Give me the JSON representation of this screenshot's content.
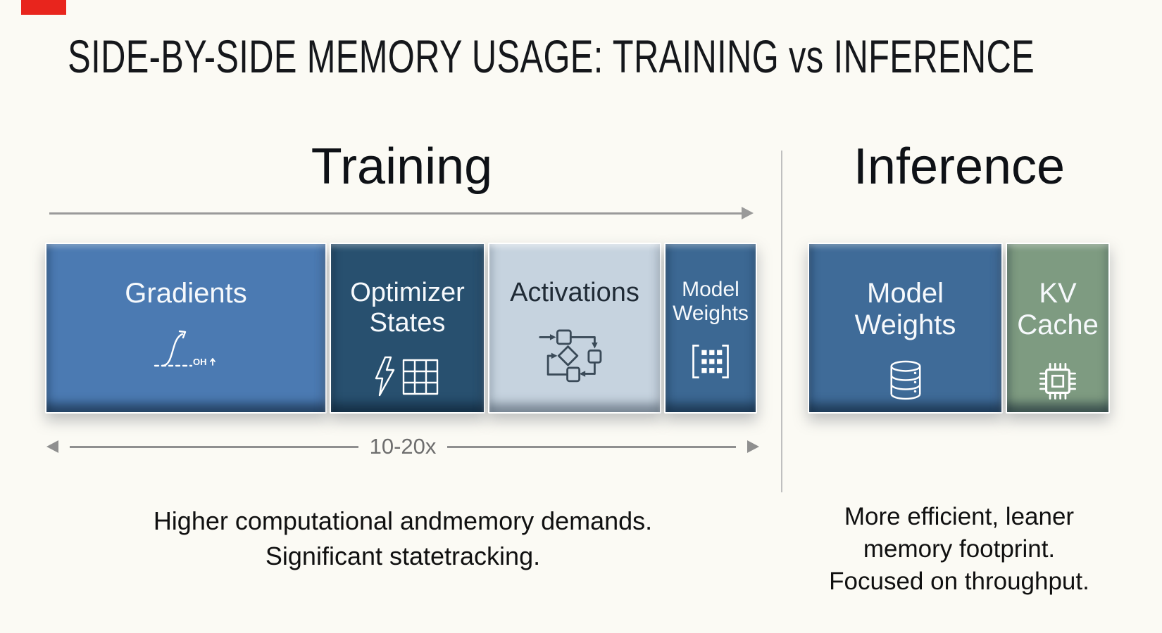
{
  "marker": {
    "color": "#e8251d"
  },
  "title": "SIDE-BY-SIDE MEMORY USAGE: TRAINING vs INFERENCE",
  "training": {
    "heading": "Training",
    "scale_label": "10-20x",
    "caption_line1": "Higher computational andmemory demands.",
    "caption_line2": "Significant statetracking.",
    "boxes": [
      {
        "label": "Gradients",
        "color": "#4b7ab2",
        "icon": "gradient-curve-icon",
        "icon_text": "OH"
      },
      {
        "label": "Optimizer States",
        "color": "#28506f",
        "icon": "lightning-bolt-and-grid-icon"
      },
      {
        "label": "Activations",
        "color": "#c6d3df",
        "icon": "flowchart-icon"
      },
      {
        "label": "Model Weights",
        "color": "#3c6893",
        "icon": "matrix-icon"
      }
    ]
  },
  "inference": {
    "heading": "Inference",
    "caption_line1": "More efficient, leaner",
    "caption_line2": "memory footprint.",
    "caption_line3": "Focused on throughput.",
    "boxes": [
      {
        "label": "Model Weights",
        "color": "#3f6b98",
        "icon": "database-icon"
      },
      {
        "label": "KV Cache",
        "color": "#7e9b81",
        "icon": "chip-icon"
      }
    ]
  },
  "colors": {
    "background": "#fbfaf4",
    "top_arrow": "#9a9a9a",
    "scale_arrow": "#8f8f8f",
    "divider": "#bfbfbf",
    "heading_text": "#0e1116",
    "caption_text": "#101010"
  }
}
